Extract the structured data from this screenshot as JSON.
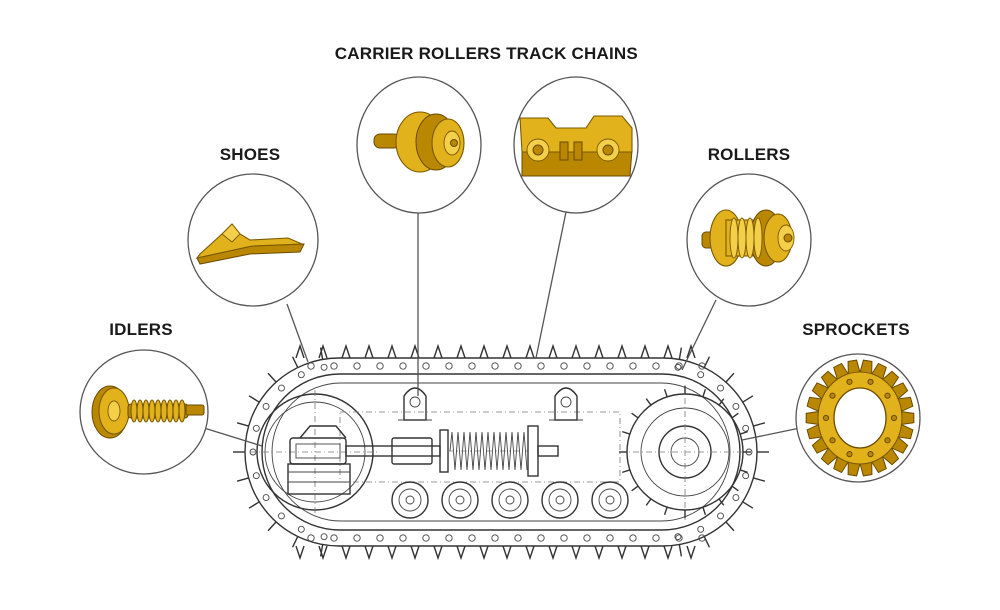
{
  "diagram": {
    "colors": {
      "part": "#e2b21c",
      "part_shadow": "#b98800",
      "ink": "#333333",
      "background": "#ffffff"
    },
    "callouts": [
      {
        "id": "idlers",
        "label": "IDLERS",
        "icon": "idler-icon"
      },
      {
        "id": "shoes",
        "label": "SHOES",
        "icon": "shoe-icon"
      },
      {
        "id": "carrier_rollers",
        "label": "CARRIER ROLLERS",
        "icon": "carrier-roller-icon"
      },
      {
        "id": "track_chains",
        "label": "TRACK CHAINS",
        "icon": "track-chain-icon"
      },
      {
        "id": "rollers",
        "label": "ROLLERS",
        "icon": "roller-icon"
      },
      {
        "id": "sprockets",
        "label": "SPROCKETS",
        "icon": "sprocket-icon"
      }
    ]
  }
}
